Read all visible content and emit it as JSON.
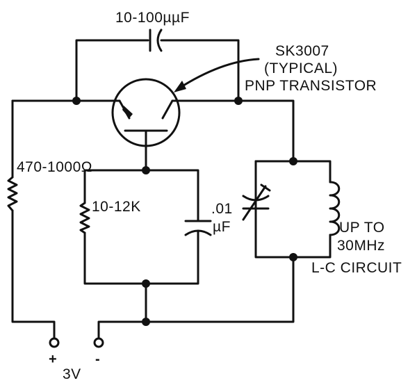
{
  "labels": {
    "feedback_cap": "10-100µµF",
    "transistor_line1": "SK3007",
    "transistor_line2": "(TYPICAL)",
    "transistor_line3": "PNP TRANSISTOR",
    "bias_resistor": "470-1000Ω",
    "emitter_resistor": "10-12K",
    "bypass_cap_value": ".01",
    "bypass_cap_unit": "µF",
    "lc_range_line1": "UP TO",
    "lc_range_line2": "30MHz",
    "lc_circuit": "L-C CIRCUIT",
    "supply_voltage": "3V",
    "plus_sign": "+",
    "minus_sign": "-"
  }
}
